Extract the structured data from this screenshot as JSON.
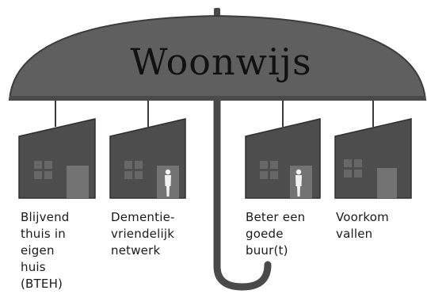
{
  "title": "Woonwijs",
  "colors": {
    "umbrella": "#5f5f5f",
    "umbrella_edge": "#3c3c3c",
    "house_wall": "#4d4d4d",
    "house_edge": "#2e2e2e",
    "window": "#676767",
    "door": "#737373",
    "person": "#f2f2f2",
    "string": "#3a3a3a"
  },
  "houses": [
    {
      "label": "Blijvend\nthuis in\neigen\nhuis\n(BTEH)",
      "person_icon": "none"
    },
    {
      "label": "Dementie-\nvriendelijk\nnetwerk",
      "person_icon": "person-icon"
    },
    {
      "label": "Beter een\ngoede\nbuur(t)",
      "person_icon": "person-icon"
    },
    {
      "label": "Voorkom\nvallen",
      "person_icon": "none"
    }
  ]
}
